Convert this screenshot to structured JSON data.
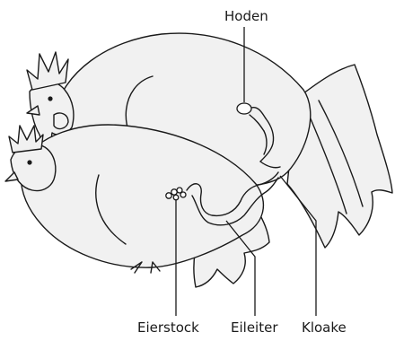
{
  "labels": {
    "hoden": "Hoden",
    "eierstock": "Eierstock",
    "eileiter": "Eileiter",
    "kloake": "Kloake"
  }
}
